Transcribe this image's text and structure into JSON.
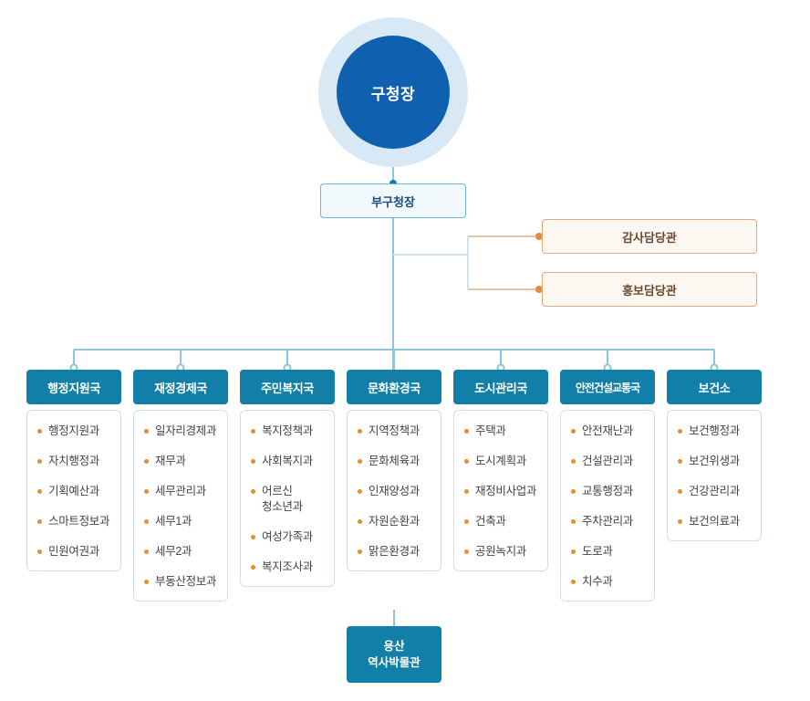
{
  "chart_data": {
    "type": "diagram",
    "title": "조직도",
    "layout": "organization-chart"
  },
  "colors": {
    "head_ring": "#d8e9f5",
    "head_fill": "#1060b0",
    "deputy_border": "#6fb3de",
    "deputy_fill": "#f2f9fd",
    "staff_border": "#e8a87c",
    "staff_fill": "#fdf7f2",
    "dept_header": "#127fa8",
    "bullet": "#e98b2e",
    "line": "#8fc3de"
  },
  "head": {
    "label": "구청장"
  },
  "deputy": {
    "label": "부구청장"
  },
  "staff": [
    {
      "label": "감사담당관"
    },
    {
      "label": "홍보담당관"
    }
  ],
  "departments": [
    {
      "name": "행정지원국",
      "items": [
        "행정지원과",
        "자치행정과",
        "기획예산과",
        "스마트정보과",
        "민원여권과"
      ]
    },
    {
      "name": "재정경제국",
      "items": [
        "일자리경제과",
        "재무과",
        "세무관리과",
        "세무1과",
        "세무2과",
        "부동산정보과"
      ]
    },
    {
      "name": "주민복지국",
      "items": [
        "복지정책과",
        "사회복지과",
        "어르신\n청소년과",
        "여성가족과",
        "복지조사과"
      ]
    },
    {
      "name": "문화환경국",
      "items": [
        "지역정책과",
        "문화체육과",
        "인재양성과",
        "자원순환과",
        "맑은환경과"
      ]
    },
    {
      "name": "도시관리국",
      "items": [
        "주택과",
        "도시계획과",
        "재정비사업과",
        "건축과",
        "공원녹지과"
      ]
    },
    {
      "name": "안전건설교통국",
      "items": [
        "안전재난과",
        "건설관리과",
        "교통행정과",
        "주차관리과",
        "도로과",
        "치수과"
      ]
    },
    {
      "name": "보건소",
      "items": [
        "보건행정과",
        "보건위생과",
        "건강관리과",
        "보건의료과"
      ]
    }
  ],
  "museum": {
    "line1": "용산",
    "line2": "역사박물관"
  }
}
